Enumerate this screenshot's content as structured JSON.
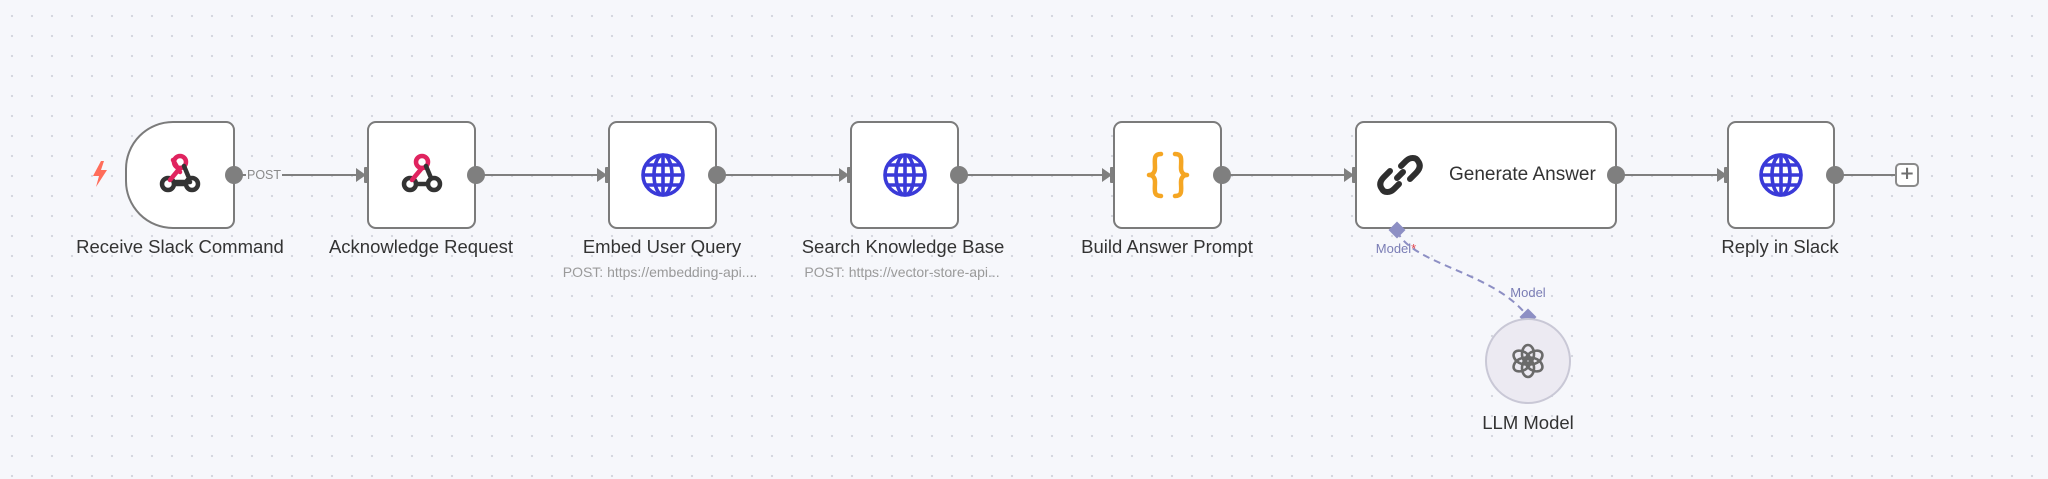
{
  "workflow": {
    "nodes": [
      {
        "id": "receive",
        "label": "Receive Slack Command",
        "sublabel": "",
        "icon": "webhook-icon",
        "kind": "trigger"
      },
      {
        "id": "ack",
        "label": "Acknowledge Request",
        "sublabel": "",
        "icon": "webhook-icon",
        "kind": "action"
      },
      {
        "id": "embed",
        "label": "Embed User Query",
        "sublabel": "POST: https://embedding-api....",
        "icon": "globe-icon",
        "kind": "action"
      },
      {
        "id": "search",
        "label": "Search Knowledge Base",
        "sublabel": "POST: https://vector-store-api...",
        "icon": "globe-icon",
        "kind": "action"
      },
      {
        "id": "prompt",
        "label": "Build Answer Prompt",
        "sublabel": "",
        "icon": "braces-icon",
        "kind": "action"
      },
      {
        "id": "generate",
        "label": "Generate Answer",
        "sublabel": "",
        "icon": "chain-link-icon",
        "kind": "wide"
      },
      {
        "id": "reply",
        "label": "Reply in Slack",
        "sublabel": "",
        "icon": "globe-icon",
        "kind": "action"
      }
    ],
    "connections": [
      {
        "from": "receive",
        "to": "ack",
        "label": "POST"
      },
      {
        "from": "ack",
        "to": "embed",
        "label": ""
      },
      {
        "from": "embed",
        "to": "search",
        "label": ""
      },
      {
        "from": "search",
        "to": "prompt",
        "label": ""
      },
      {
        "from": "prompt",
        "to": "generate",
        "label": ""
      },
      {
        "from": "generate",
        "to": "reply",
        "label": ""
      }
    ],
    "sub_node": {
      "label": "LLM Model",
      "icon": "openai-icon",
      "port_label": "Model"
    },
    "generate_port": {
      "label": "Model",
      "required_marker": "*"
    },
    "add_button": {
      "symbol": "+"
    },
    "colors": {
      "canvas_bg": "#f6f7fb",
      "node_border": "#7b7b7b",
      "globe": "#3a3ad8",
      "braces": "#f5a623",
      "webhook_pink": "#e0235f",
      "webhook_dark": "#333333",
      "trigger_bolt": "#ff6d5a",
      "ai_connection": "#8d8fc4"
    }
  }
}
